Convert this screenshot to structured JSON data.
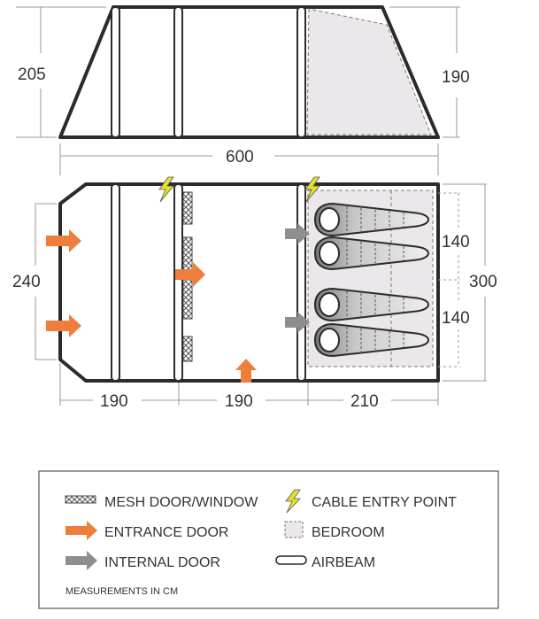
{
  "side_view": {
    "height_left": "205",
    "height_right": "190",
    "length": "600"
  },
  "floor_plan": {
    "width_left": "240",
    "width_right": "300",
    "bedroom_top_width": "140",
    "bedroom_bottom_width": "140",
    "section_1": "190",
    "section_2": "190",
    "section_3": "210"
  },
  "legend": {
    "mesh": "MESH DOOR/WINDOW",
    "entrance": "ENTRANCE DOOR",
    "internal": "INTERNAL DOOR",
    "cable": "CABLE ENTRY POINT",
    "bedroom": "BEDROOM",
    "airbeam": "AIRBEAM",
    "footnote": "MEASUREMENTS IN CM"
  },
  "colors": {
    "outline": "#2b2b2b",
    "tent_fill": "#ffffff",
    "bedroom_fill": "#ebe7ea",
    "entrance_arrow": "#ef7d3c",
    "internal_arrow": "#8e8e8e",
    "cable_bolt": "#e5e12a",
    "dim_line": "#9a9a9a"
  },
  "icons": [
    "mesh-icon",
    "entrance-arrow-icon",
    "internal-arrow-icon",
    "cable-entry-icon",
    "bedroom-icon",
    "airbeam-icon",
    "sleeping-bag-icon"
  ]
}
